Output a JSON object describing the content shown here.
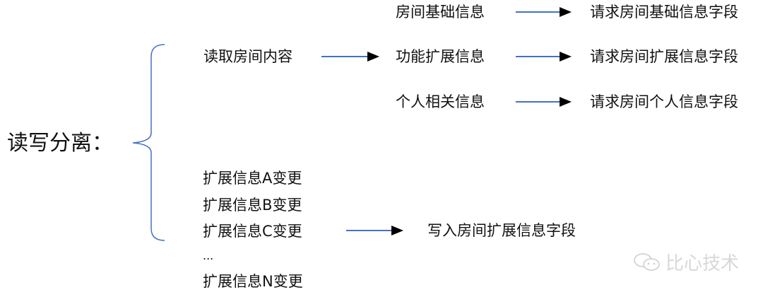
{
  "title": "读写分离：",
  "read": {
    "source": "读取房间内容",
    "branches": [
      {
        "info": "房间基础信息",
        "request": "请求房间基础信息字段"
      },
      {
        "info": "功能扩展信息",
        "request": "请求房间扩展信息字段"
      },
      {
        "info": "个人相关信息",
        "request": "请求房间个人信息字段"
      }
    ]
  },
  "write": {
    "changes": [
      "扩展信息A变更",
      "扩展信息B变更",
      "扩展信息C变更",
      "...",
      "扩展信息N变更"
    ],
    "target": "写入房间扩展信息字段"
  },
  "watermark": "比心技术",
  "colors": {
    "arrow_line": "#4472c4",
    "brace": "#4472c4",
    "arrow_head": "#000000"
  }
}
